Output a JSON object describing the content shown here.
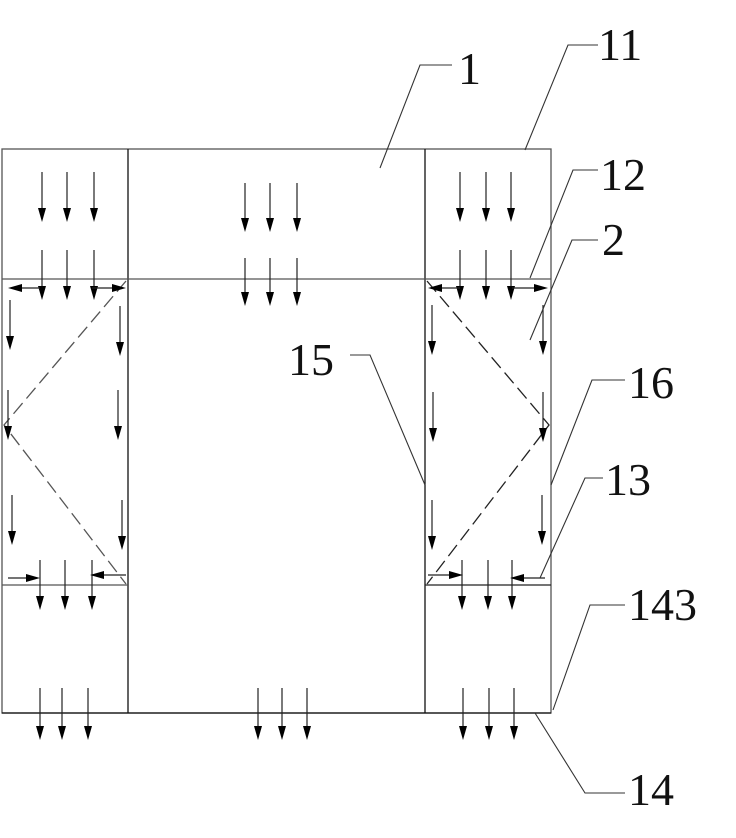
{
  "labels": {
    "l1": "1",
    "l11": "11",
    "l12": "12",
    "l2": "2",
    "l15": "15",
    "l16": "16",
    "l13": "13",
    "l143": "143",
    "l14": "14"
  }
}
